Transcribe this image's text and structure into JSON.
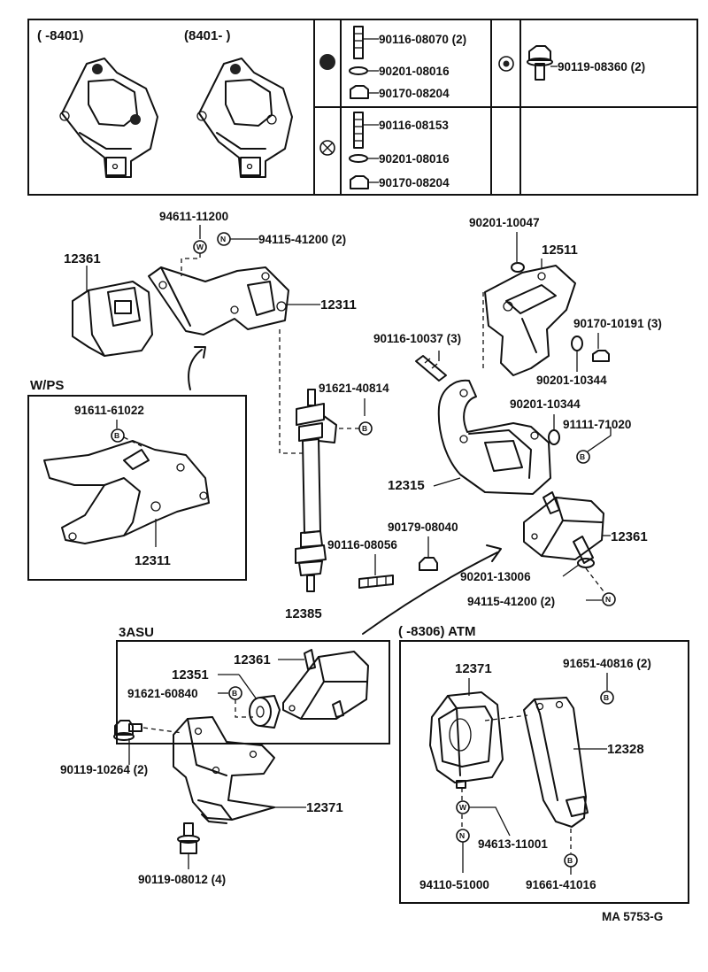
{
  "legend": {
    "range_left": "(      -8401)",
    "range_right": "(8401-        )",
    "row1": [
      "90116-08070 (2)",
      "90201-08016",
      "90170-08204"
    ],
    "row2": [
      "90116-08153",
      "90201-08016",
      "90170-08204"
    ],
    "right": "90119-08360 (2)"
  },
  "main": {
    "p_94611_11200": "94611-11200",
    "p_94115_41200_2a": "94115-41200 (2)",
    "p_12361_a": "12361",
    "p_12311_a": "12311",
    "p_90201_10047": "90201-10047",
    "p_12511": "12511",
    "p_90170_10191": "90170-10191 (3)",
    "p_90116_10037": "90116-10037 (3)",
    "p_90201_10344_a": "90201-10344",
    "p_91621_40814": "91621-40814",
    "p_90201_10344_b": "90201-10344",
    "p_91111_71020": "91111-71020",
    "p_12315": "12315",
    "p_90179_08040": "90179-08040",
    "p_12361_b": "12361",
    "p_90116_08056": "90116-08056",
    "p_90201_13006": "90201-13006",
    "p_94115_41200_2b": "94115-41200 (2)",
    "p_12385": "12385"
  },
  "wps": {
    "title": "W/PS",
    "p_91611_61022": "91611-61022",
    "p_12311": "12311"
  },
  "asu": {
    "title": "3ASU",
    "p_12361": "12361",
    "p_12351": "12351",
    "p_91621_60840": "91621-60840",
    "p_90119_10264": "90119-10264 (2)",
    "p_12371": "12371",
    "p_90119_08012": "90119-08012 (4)"
  },
  "atm": {
    "title": "(      -8306) ATM",
    "p_12371": "12371",
    "p_91651_40816": "91651-40816 (2)",
    "p_12328": "12328",
    "p_94613_11001": "94613-11001",
    "p_94110_51000": "94110-51000",
    "p_91661_41016": "91661-41016"
  },
  "footer": {
    "code": "MA 5753-G"
  },
  "symbols": {
    "washer": "W",
    "nut": "N",
    "bolt": "B"
  }
}
